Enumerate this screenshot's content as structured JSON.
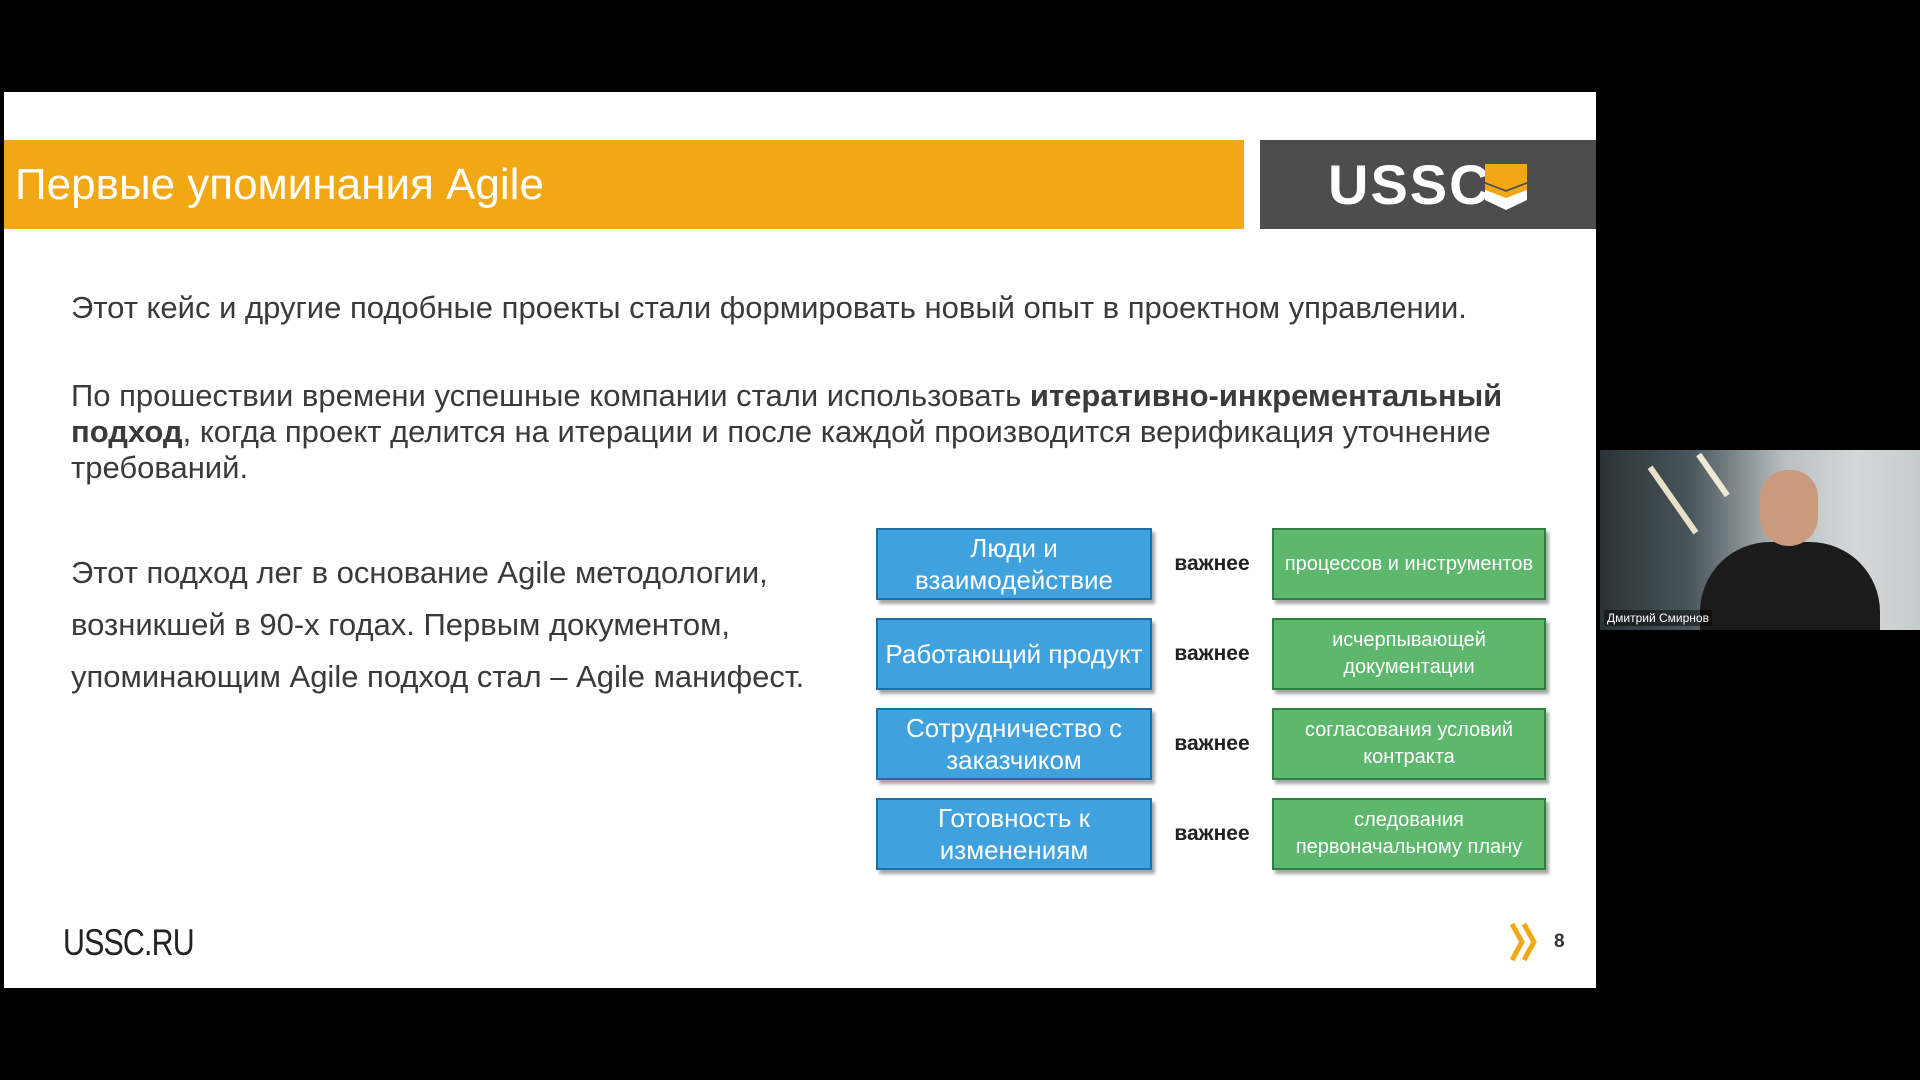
{
  "slide": {
    "title": "Первые упоминания Agile",
    "logo_text": "USSC",
    "paragraph1": "Этот кейс и другие подобные проекты стали формировать новый опыт в проектном управлении.",
    "paragraph2_start": "По прошествии времени успешные компании стали использовать ",
    "paragraph2_bold": "итеративно-инкрементальный подход",
    "paragraph2_end": ", когда проект делится на итерации и после каждой производится верификация уточнение требований.",
    "paragraph3": "Этот подход лег в основание Agile методологии, возникшей в 90-х годах. Первым документом, упоминающим Agile подход стал – Agile манифест.",
    "manifesto": [
      {
        "left": "Люди и взаимодействие",
        "middle": "важнее",
        "right": "процессов и инструментов"
      },
      {
        "left": "Работающий продукт",
        "middle": "важнее",
        "right": "исчерпывающей документации"
      },
      {
        "left": "Сотрудничество с заказчиком",
        "middle": "важнее",
        "right": "согласования условий контракта"
      },
      {
        "left": "Готовность к изменениям",
        "middle": "важнее",
        "right": "следования первоначальному плану"
      }
    ],
    "footer_site": "USSC.RU",
    "page_number": "8"
  },
  "video": {
    "participant_name": "Дмитрий Смирнов"
  },
  "colors": {
    "title_bar": "#F2A814",
    "logo_bg": "#4D4D4D",
    "left_box": "#3FA2DE",
    "right_box": "#5DB86E",
    "accent": "#F2A814"
  }
}
